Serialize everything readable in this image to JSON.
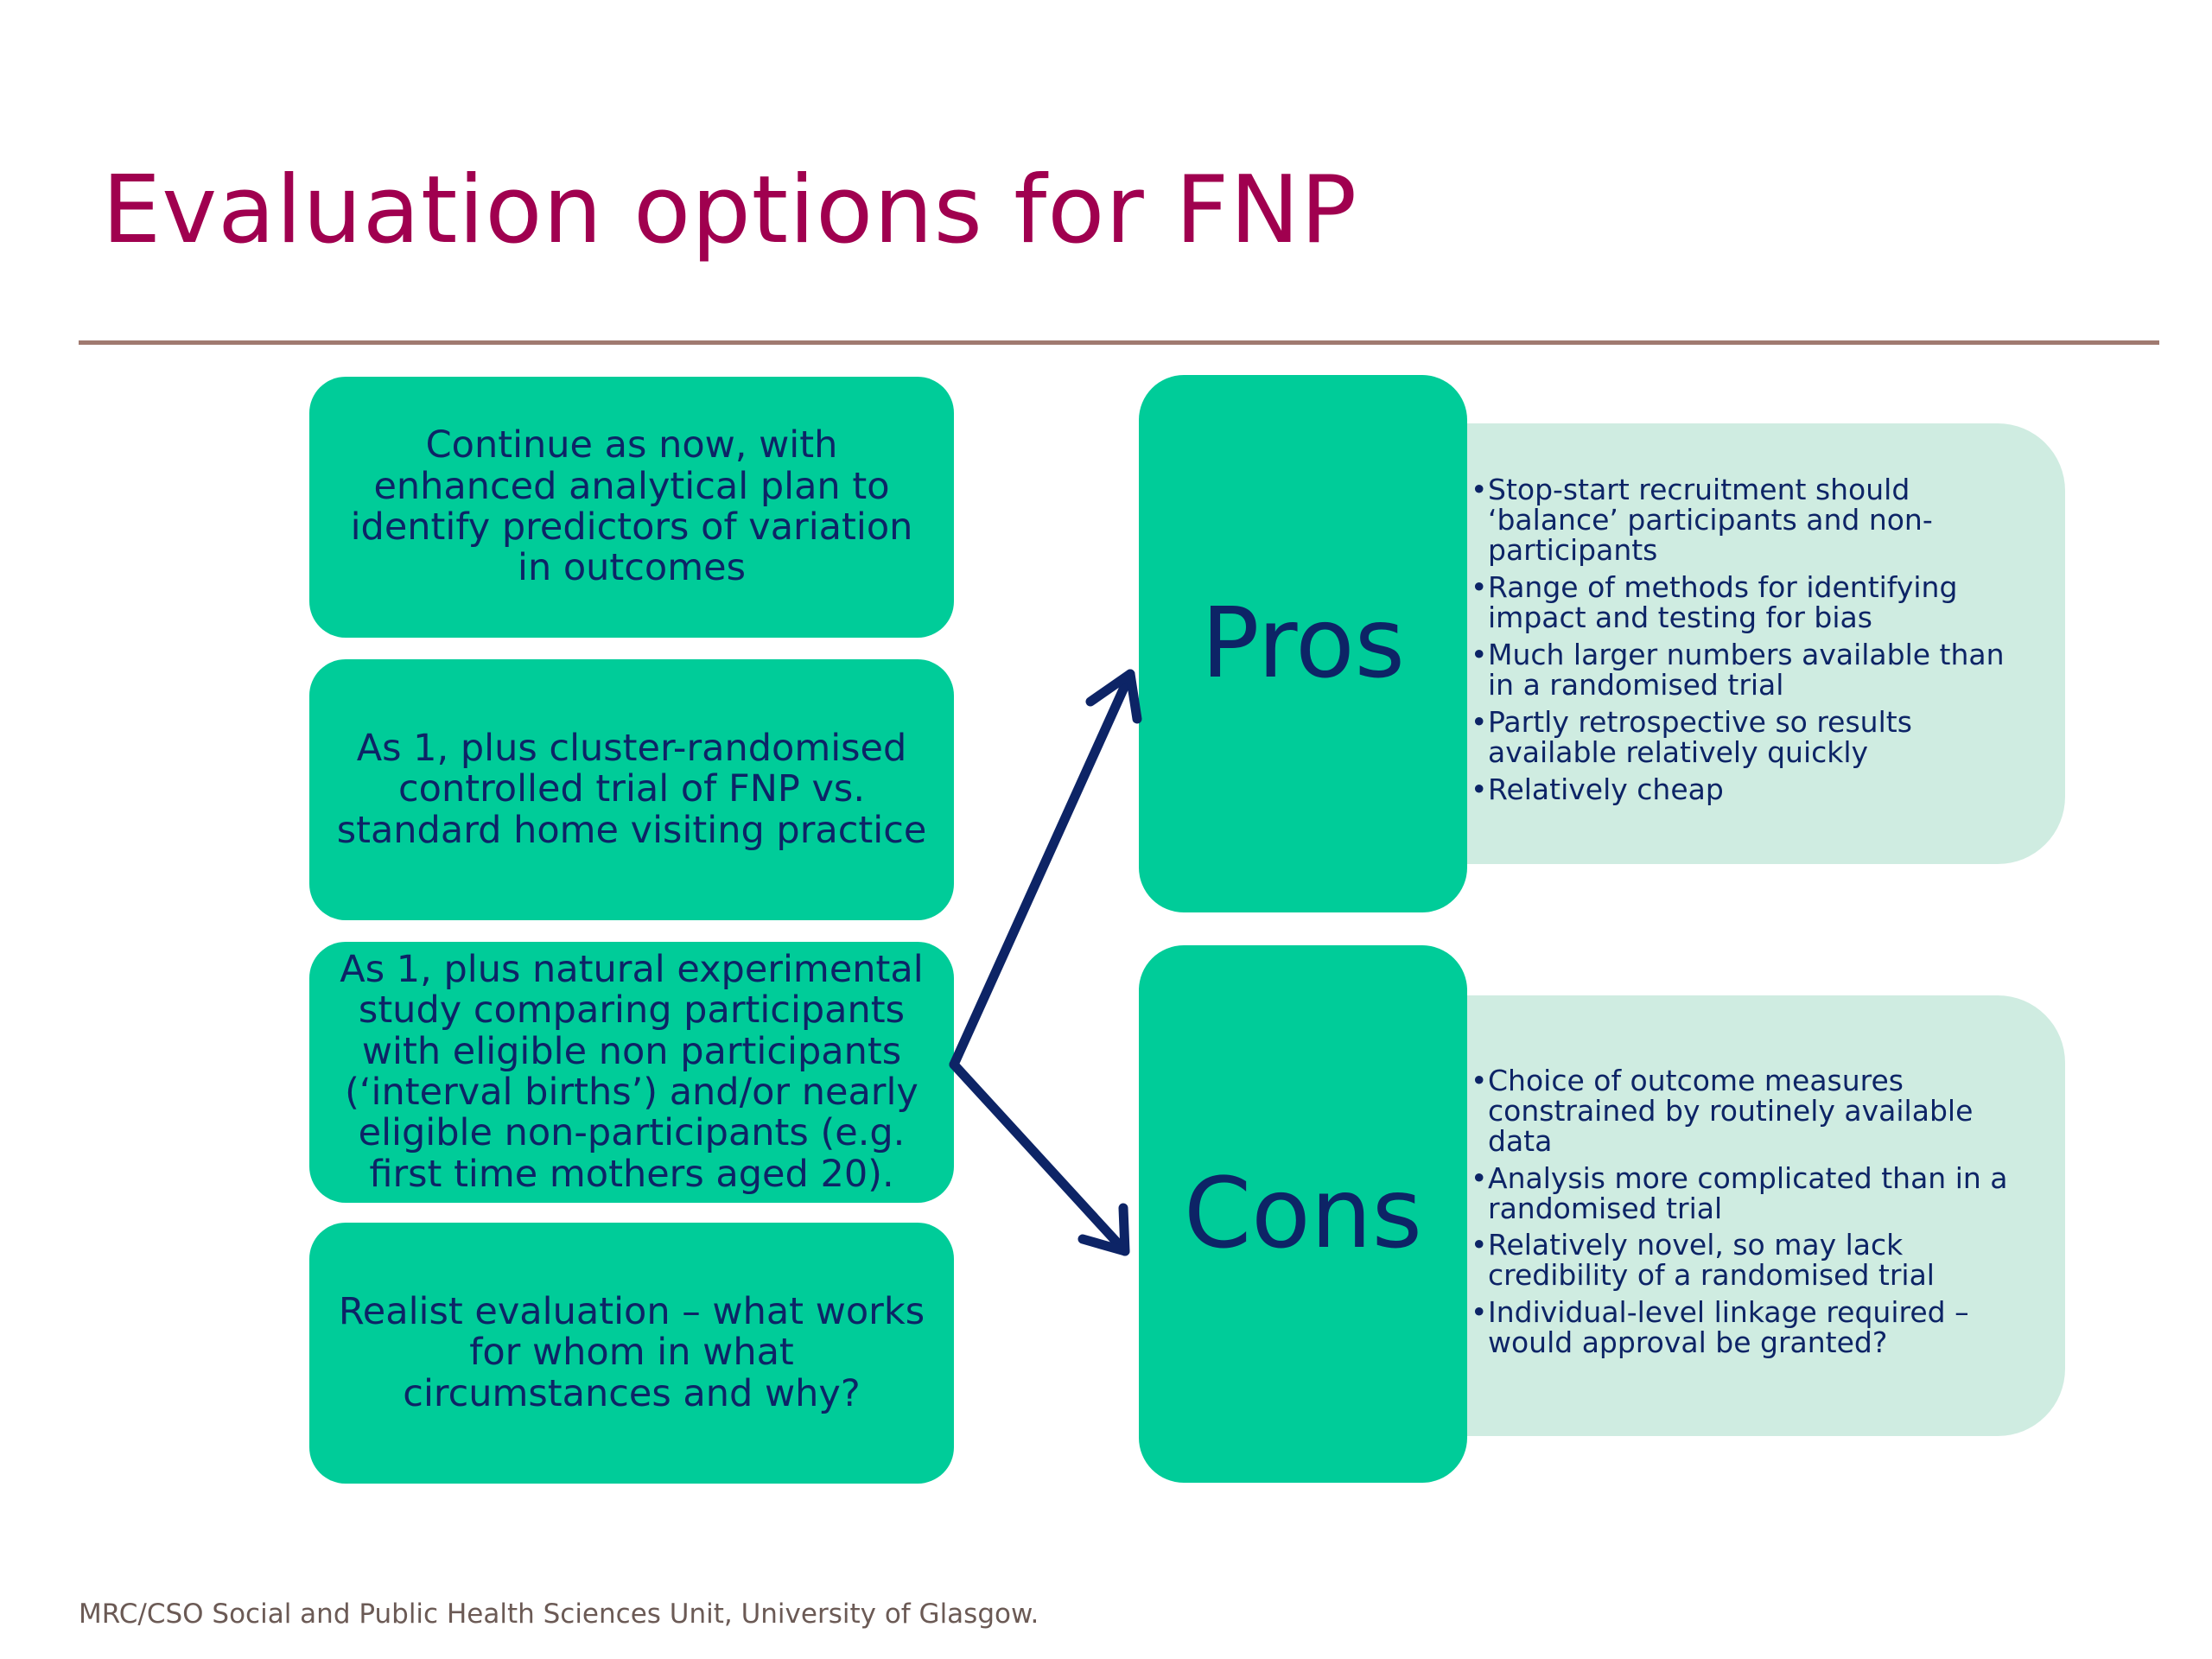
{
  "slide": {
    "title": "Evaluation options for FNP",
    "footer": "MRC/CSO Social and Public Health Sciences Unit, University of Glasgow."
  },
  "options": [
    "Continue as now, with enhanced analytical plan to identify predictors of variation in outcomes",
    "As 1, plus cluster-randomised controlled trial of FNP vs. standard home visiting practice",
    "As 1, plus natural experimental study comparing participants with eligible non participants (‘interval births’) and/or nearly eligible non-participants (e.g. first time mothers aged 20).",
    "Realist evaluation – what works for whom in what circumstances and why?"
  ],
  "pros": {
    "label": "Pros",
    "items": [
      "Stop-start recruitment should ‘balance’ participants and non-participants",
      "Range of methods for identifying impact and testing for bias",
      "Much larger numbers available than in a randomised trial",
      "Partly retrospective so results available relatively quickly",
      "Relatively cheap"
    ]
  },
  "cons": {
    "label": "Cons",
    "items": [
      "Choice of outcome measures constrained by routinely available data",
      "Analysis more complicated than in a randomised trial",
      "Relatively novel, so may lack credibility of a randomised trial",
      "Individual-level linkage required – would approval be granted?"
    ]
  },
  "colors": {
    "title": "#a0004f",
    "box": "#00cc99",
    "detail": "#cfece1",
    "text": "#0d2466",
    "arrow": "#0d2466"
  }
}
